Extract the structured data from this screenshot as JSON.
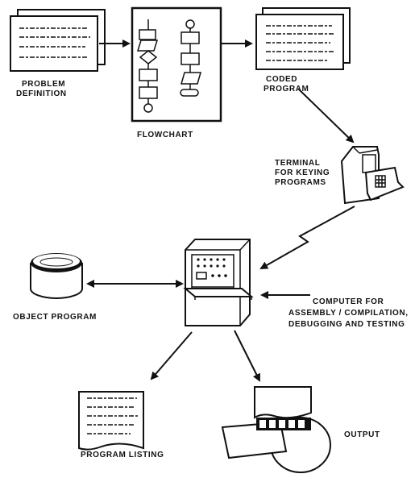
{
  "labels": {
    "problem_definition": [
      "PROBLEM",
      "DEFINITION"
    ],
    "flowchart": "FLOWCHART",
    "coded_program": [
      "CODED",
      "PROGRAM"
    ],
    "terminal": [
      "TERMINAL",
      "FOR KEYING",
      "PROGRAMS"
    ],
    "object_program": "OBJECT PROGRAM",
    "computer": [
      "COMPUTER  FOR",
      "ASSEMBLY / COMPILATION,",
      "DEBUGGING AND TESTING"
    ],
    "program_listing": "PROGRAM LISTING",
    "output": "OUTPUT"
  }
}
